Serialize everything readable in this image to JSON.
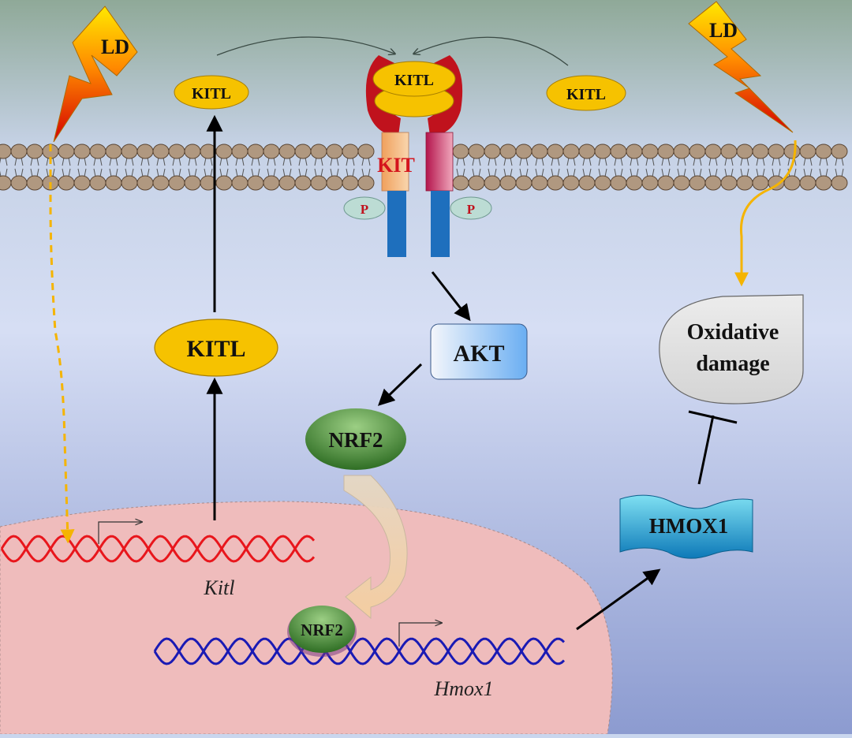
{
  "labels": {
    "ld_left": "LD",
    "ld_right": "LD",
    "kitl_top_left": "KITL",
    "kitl_bound": "KITL",
    "kitl_top_right": "KITL",
    "kit_receptor": "KIT",
    "p_left": "P",
    "p_right": "P",
    "akt": "AKT",
    "nrf2_cytoplasm": "NRF2",
    "nrf2_nucleus": "NRF2",
    "kitl_cytoplasm": "KITL",
    "oxidative_line1": "Oxidative",
    "oxidative_line2": "damage",
    "hmox1_protein": "HMOX1",
    "gene_kitl": "Kitl",
    "gene_hmox1": "Hmox1"
  },
  "colors": {
    "background_top": "#8fa998",
    "background_mid": "#d3dcf2",
    "background_bottom": "#8f9fd2",
    "membrane_head": "#b09880",
    "nucleus": "#efbcbc",
    "kitl": "#f6c200",
    "kit_red": "#c0121d",
    "akt": "#77b6f2",
    "nrf2": "#4a8436",
    "hmox1": "#22a8d8",
    "dna_kitl": "#e8161c",
    "dna_hmox1": "#1a1ab4",
    "ld_signal": "#f5b400"
  },
  "icons": {
    "ld_bolt": "lightning-bolt-icon"
  }
}
